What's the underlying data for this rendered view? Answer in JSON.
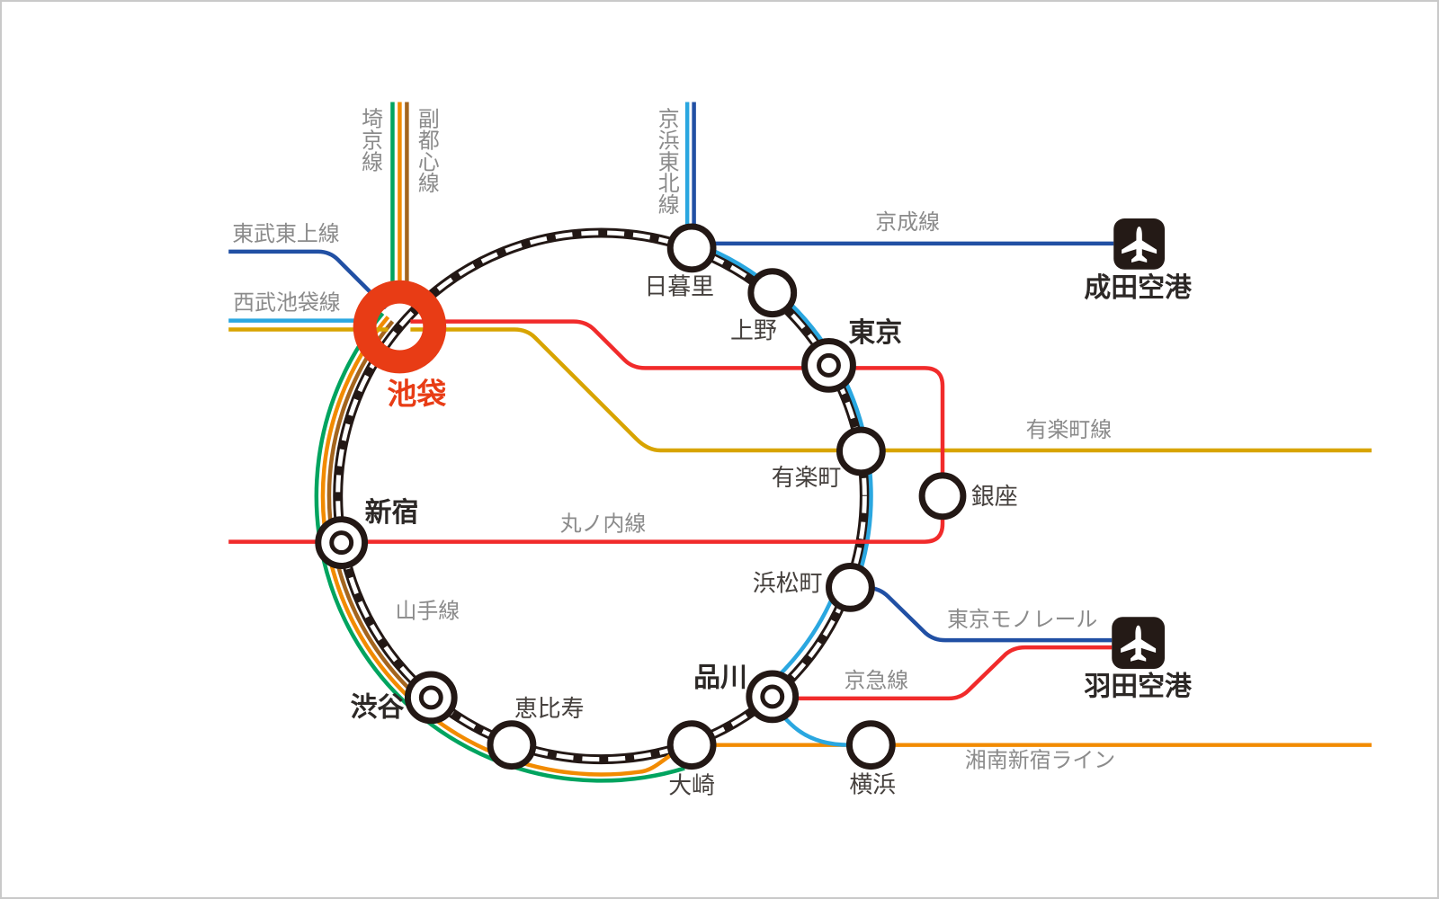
{
  "lines": {
    "yamanote": {
      "label": "山手線",
      "color": "#231815"
    },
    "saikyo": {
      "label": "埼京線",
      "color": "#00a45f"
    },
    "fukutoshin": {
      "label": "副都心線",
      "color": "#a4651e"
    },
    "shonan_shinjuku": {
      "label": "湘南新宿ライン",
      "color": "#f28b00"
    },
    "keihin_tohoku": {
      "label": "京浜東北線",
      "color": "#2aa7e0"
    },
    "keisei": {
      "label": "京成線",
      "color": "#2150a4"
    },
    "tobu_tojo": {
      "label": "東武東上線",
      "color": "#2150a4"
    },
    "seibu_ikebukuro": {
      "label": "西武池袋線",
      "color": "#2aa7e0"
    },
    "yurakucho": {
      "label": "有楽町線",
      "color": "#d8a400"
    },
    "marunouchi": {
      "label": "丸ノ内線",
      "color": "#f12b2b"
    },
    "tokyo_monorail": {
      "label": "東京モノレール",
      "color": "#2150a4"
    },
    "keikyu": {
      "label": "京急線",
      "color": "#f12b2b"
    }
  },
  "stations": {
    "ikebukuro": {
      "label": "池袋",
      "color": "#e83c15"
    },
    "nippori": {
      "label": "日暮里"
    },
    "ueno": {
      "label": "上野"
    },
    "tokyo": {
      "label": "東京"
    },
    "yurakucho": {
      "label": "有楽町"
    },
    "ginza": {
      "label": "銀座"
    },
    "shinjuku": {
      "label": "新宿"
    },
    "hamamatsucho": {
      "label": "浜松町"
    },
    "shinagawa": {
      "label": "品川"
    },
    "shibuya": {
      "label": "渋谷"
    },
    "ebisu": {
      "label": "恵比寿"
    },
    "osaki": {
      "label": "大崎"
    },
    "yokohama": {
      "label": "横浜"
    }
  },
  "airports": {
    "narita": {
      "label": "成田空港"
    },
    "haneda": {
      "label": "羽田空港"
    }
  }
}
